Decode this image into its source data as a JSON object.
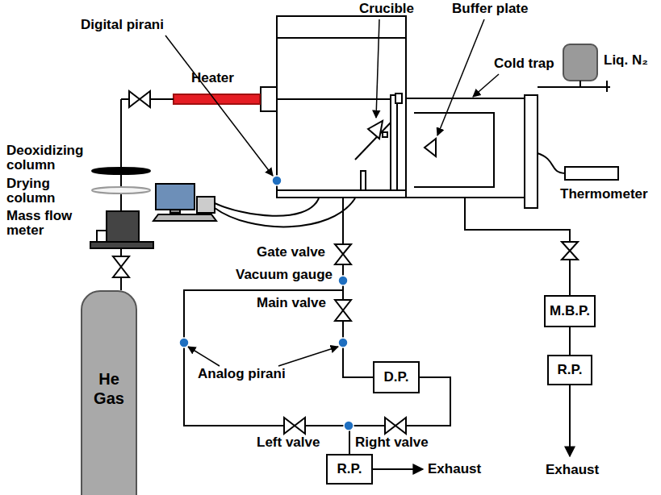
{
  "diagram": {
    "nodes": [
      {
        "text": [
          "He Gas"
        ]
      },
      {
        "text": [
          "D.P."
        ]
      },
      {
        "text": [
          "R.P."
        ]
      },
      {
        "text": [
          "M.B.P."
        ]
      },
      {
        "text": [
          "R.P."
        ]
      }
    ],
    "edges": [
      {
        "from": 1,
        "to": 2,
        "arrow": "none"
      },
      {
        "from": 3,
        "to": 4,
        "arrow": "none"
      }
    ],
    "labels": [
      "Digital pirani",
      "Crucible",
      "Buffer plate",
      "Cold trap",
      "Liq. N₂",
      "Heater",
      "Deoxidizing column",
      "Drying column",
      "Mass flow meter",
      "Thermometer",
      "Gate valve",
      "Vacuum gauge",
      "Main valve",
      "Analog pirani",
      "Left valve",
      "Right valve",
      "Exhaust",
      "Exhaust"
    ]
  }
}
